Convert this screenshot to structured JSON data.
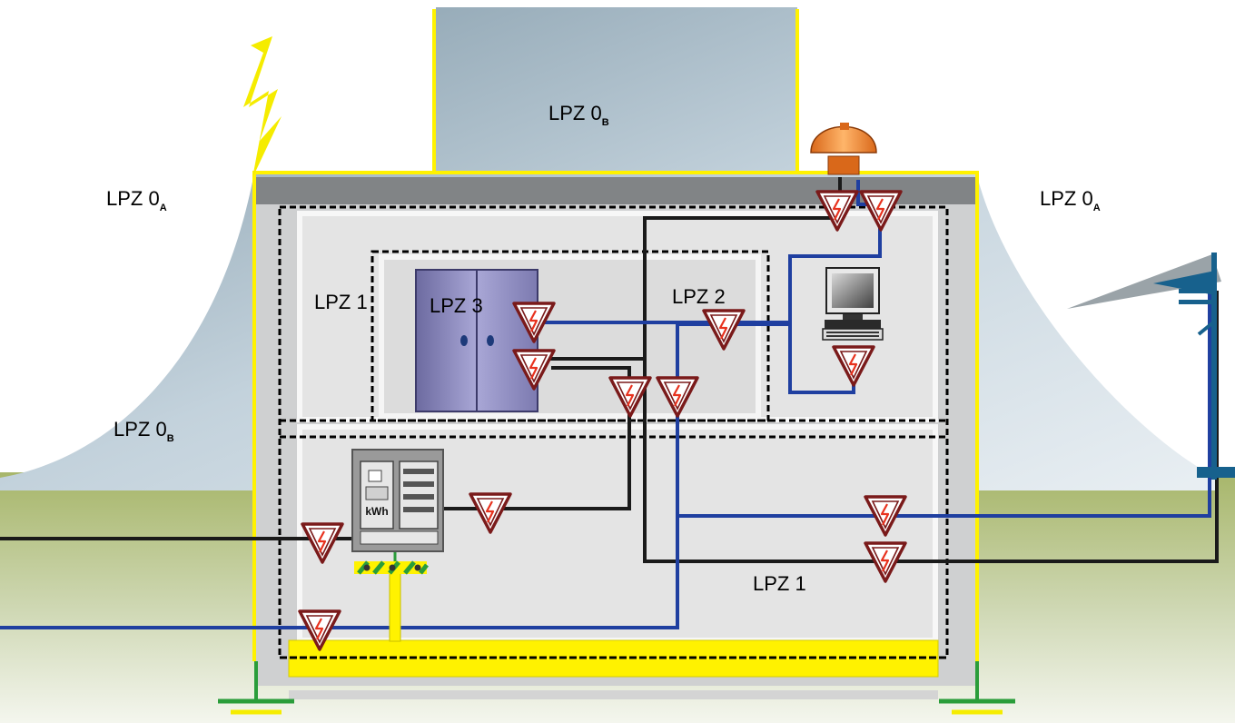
{
  "zones": {
    "outside_left": {
      "main": "LPZ 0",
      "sub": "A"
    },
    "outside_right": {
      "main": "LPZ 0",
      "sub": "A"
    },
    "sky_top": {
      "main": "LPZ 0",
      "sub": "B"
    },
    "sky_left": {
      "main": "LPZ 0",
      "sub": "B"
    },
    "building_upper": "LPZ 1",
    "building_lower": "LPZ 1",
    "inner_room": "LPZ 2",
    "cabinet": "LPZ 3"
  },
  "meter_label": "kWh",
  "colors": {
    "lightning": "#f5ec00",
    "zone_boundary": "#fff200",
    "power_line": "#1a1a1a",
    "data_line": "#1f3fa0",
    "spd_stroke": "#7a1a1a",
    "spd_bolt": "#e8321e",
    "ground": "#2a9d3a",
    "sky": "#a9bfcc",
    "grass": "#a7b66a"
  },
  "icons": [
    "lightning-bolt-icon",
    "spd-icon",
    "computer-icon",
    "antenna-icon",
    "satellite-dish-icon",
    "ground-icon",
    "energy-meter-icon",
    "cabinet-icon"
  ]
}
